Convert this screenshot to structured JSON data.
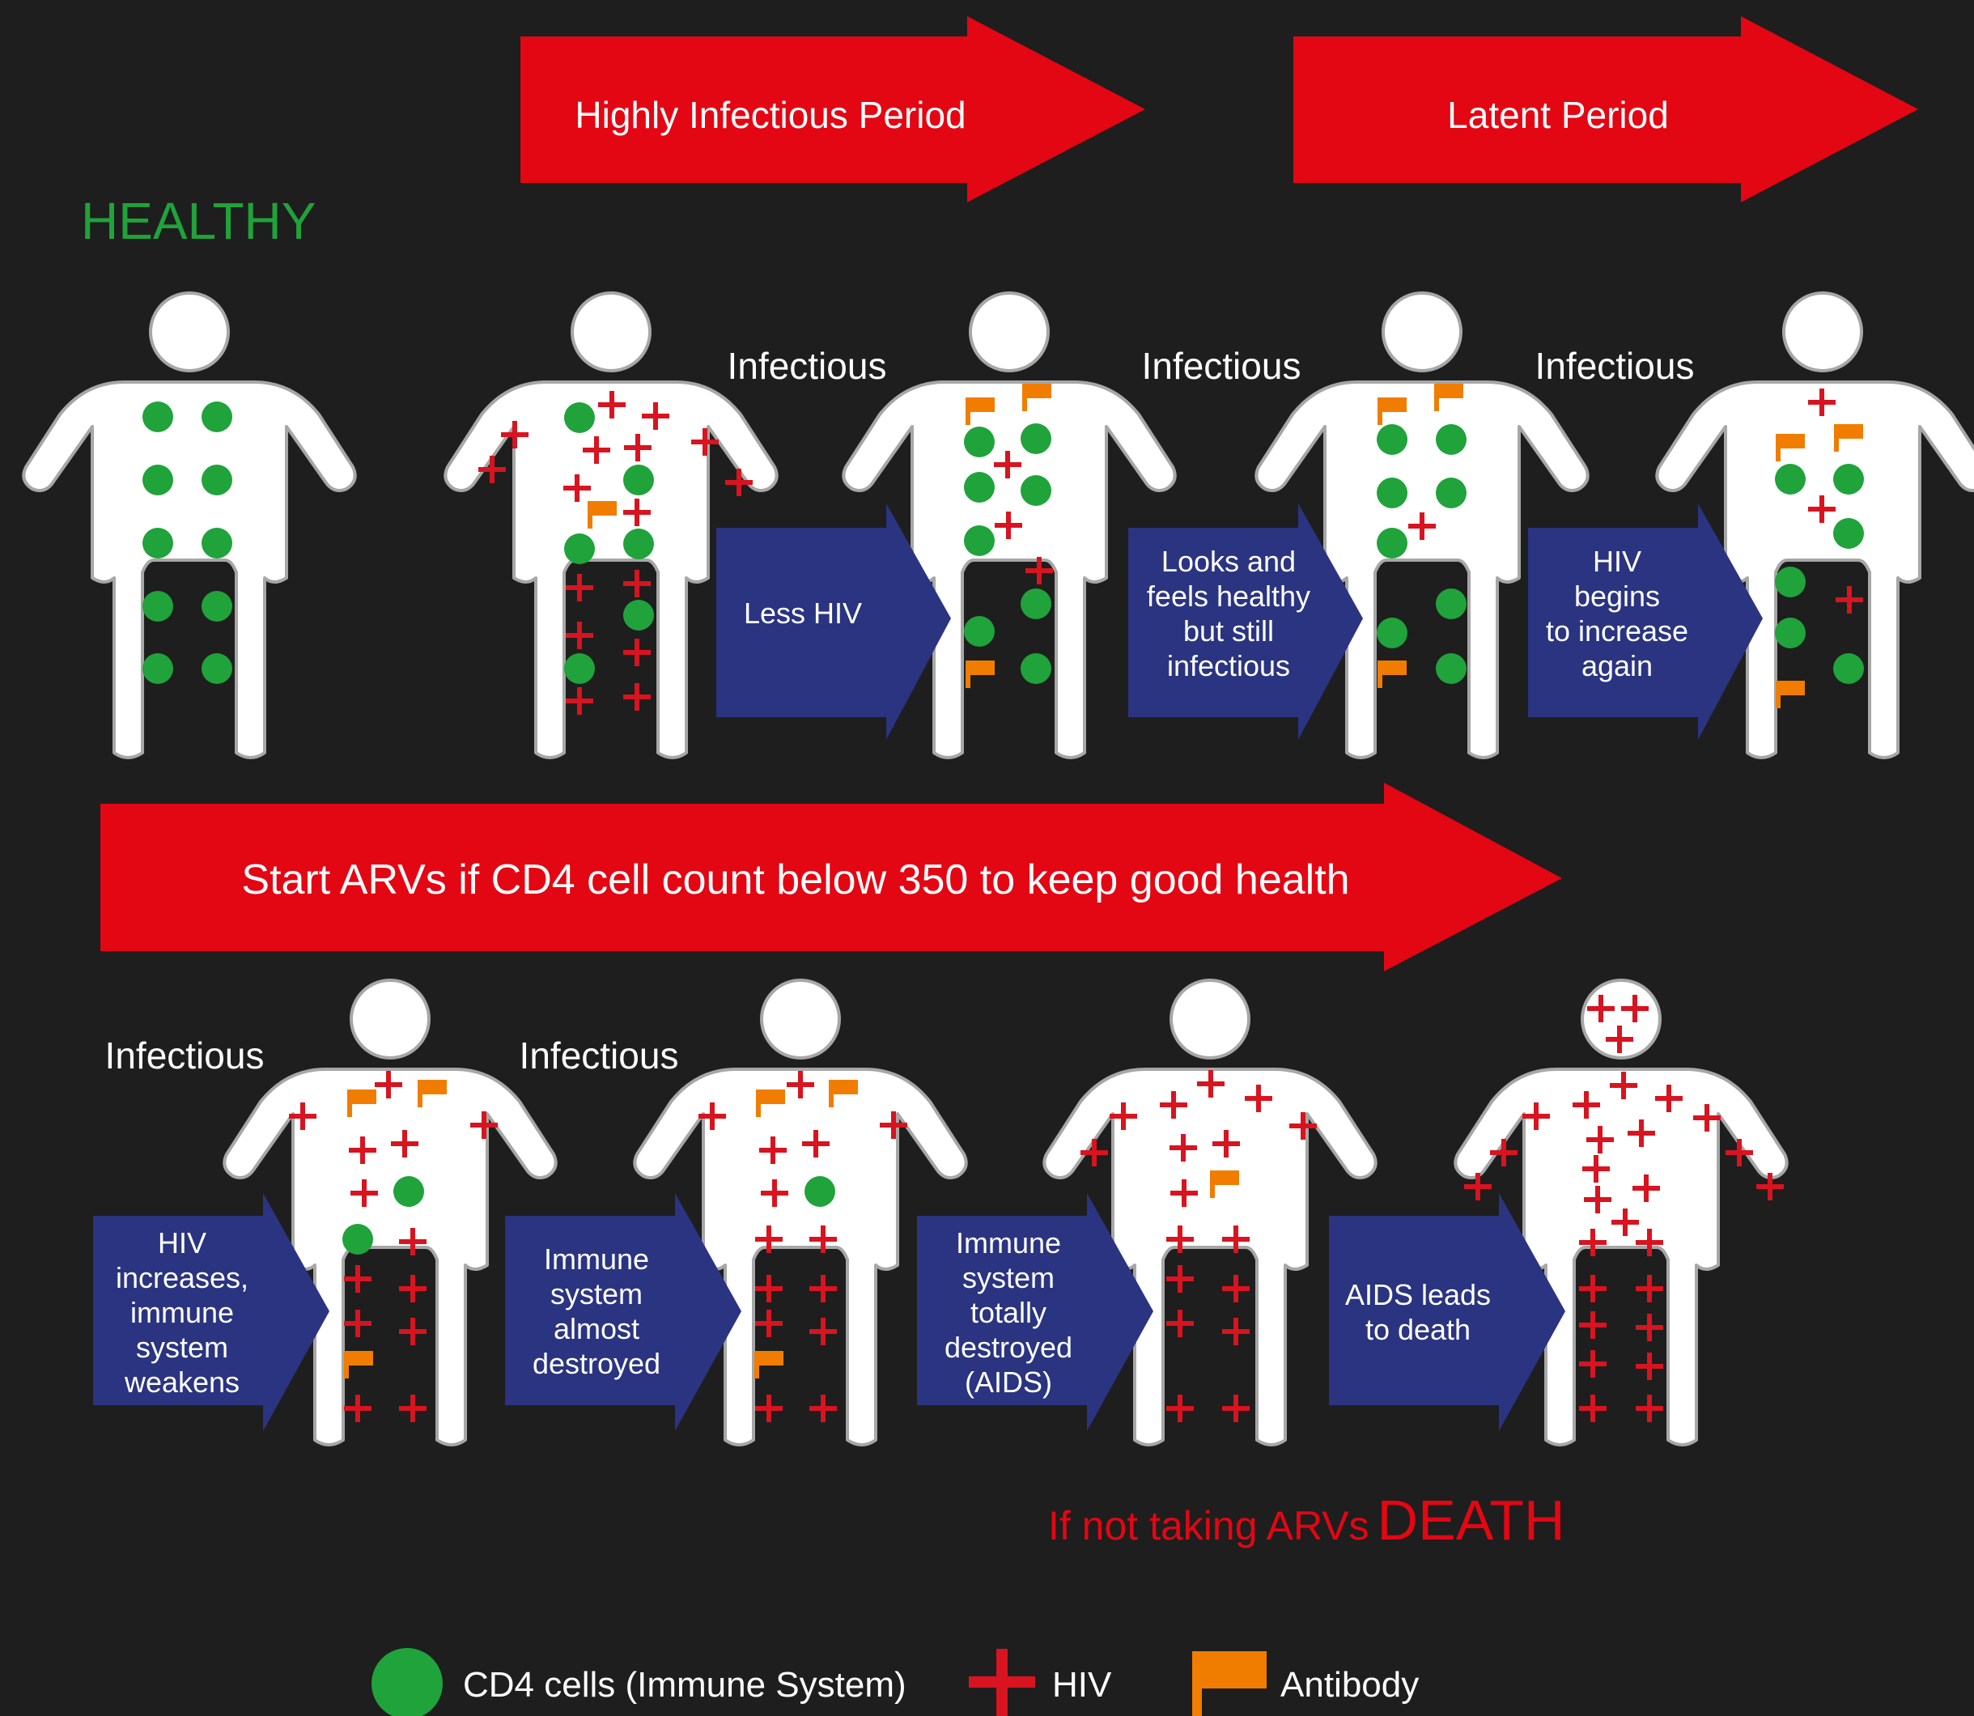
{
  "top_arrows": {
    "highly_infectious": "Highly Infectious Period",
    "latent": "Latent Period"
  },
  "healthy_label": "HEALTHY",
  "infectious_label": "Infectious",
  "stage_arrows": {
    "less_hiv": [
      "Less HIV"
    ],
    "looks_healthy": [
      "Looks and",
      "feels healthy",
      "but still",
      "infectious"
    ],
    "begins_increase": [
      "HIV",
      "begins",
      "to increase",
      "again"
    ],
    "hiv_increases": [
      "HIV",
      "increases,",
      "immune",
      "system",
      "weakens"
    ],
    "almost_destroyed": [
      "Immune",
      "system",
      "almost",
      "destroyed"
    ],
    "totally_destroyed": [
      "Immune",
      "system",
      "totally",
      "destroyed",
      "(AIDS)"
    ],
    "aids_death": [
      "AIDS leads",
      "to death"
    ]
  },
  "arv_banner": "Start ARVs if CD4 cell count below 350 to keep good health",
  "death_note": {
    "prefix": "If not taking ARVs",
    "emphasis": "DEATH"
  },
  "legend": {
    "cd4": "CD4 cells (Immune System)",
    "hiv": "HIV",
    "antibody": "Antibody"
  },
  "colors": {
    "background": "#1e1e1e",
    "red_arrow": "#e30613",
    "blue_arrow": "#2a3480",
    "cd4_green": "#1fa33a",
    "hiv_red": "#d7141f",
    "antibody_orange": "#f07d00",
    "healthy_green": "#1fa33a"
  }
}
